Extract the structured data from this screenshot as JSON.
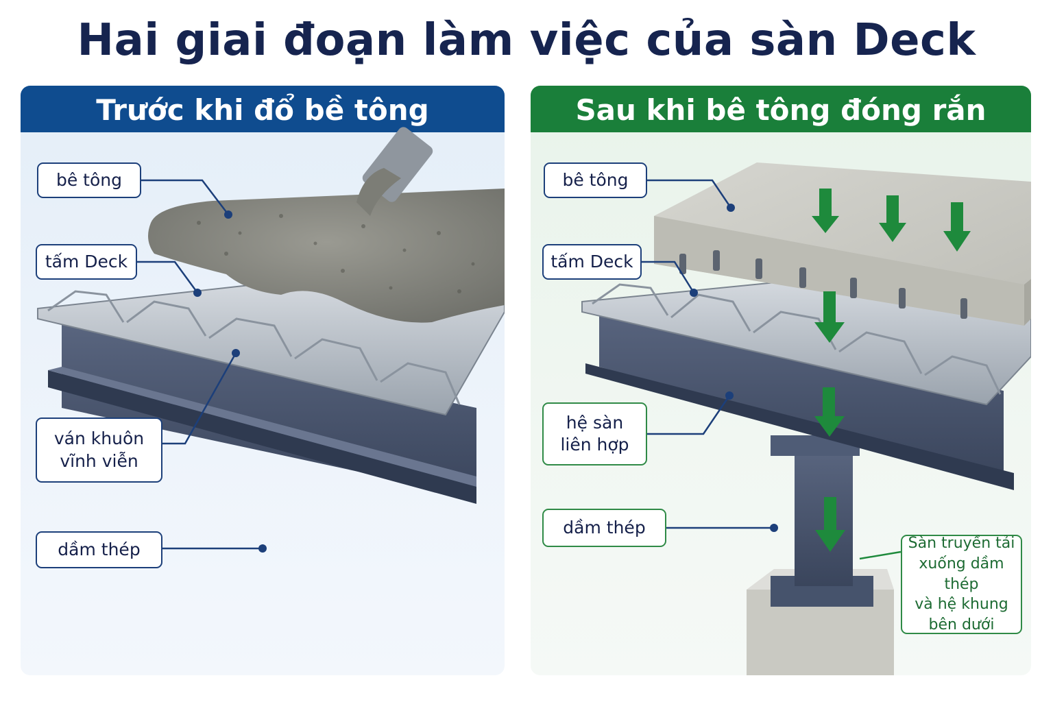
{
  "title": "Hai giai đoạn làm việc của sàn Deck",
  "left_panel": {
    "header": "Trước khi đổ bề tông",
    "labels": {
      "concrete": "bê tông",
      "deck": "tấm Deck",
      "formwork": "ván khuôn\nvĩnh viễn",
      "beam": "dầm thép"
    }
  },
  "right_panel": {
    "header": "Sau khi bê tông đóng rắn",
    "labels": {
      "concrete": "bê tông",
      "deck": "tấm Deck",
      "composite": "hệ sàn\nliên hợp",
      "beam": "dầm thép",
      "load_note": "Sàn truyền tải\nxuống dầm thép\nvà hệ khung\nbên dưới"
    }
  },
  "colors": {
    "left_header": "#0f4c8f",
    "right_header": "#1a7f3a",
    "title": "#16244f",
    "arrow": "#1e8a3c",
    "steel": "#4a5670"
  }
}
